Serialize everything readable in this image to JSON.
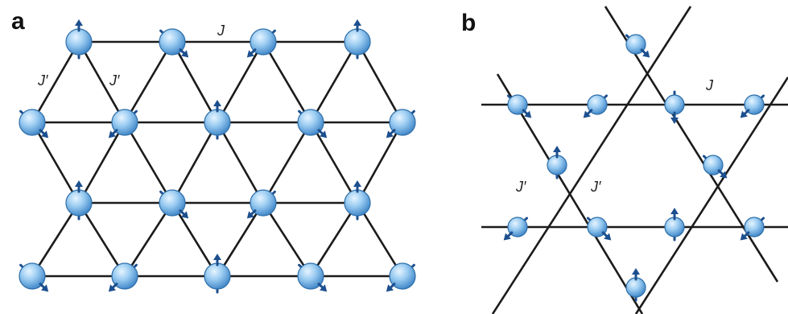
{
  "panels": [
    {
      "label": "a",
      "couplings": {
        "J": "J",
        "J_prime": "J′",
        "J_prime_2": "J′"
      }
    },
    {
      "label": "b",
      "couplings": {
        "J": "J",
        "J_prime": "J′",
        "J_prime_2": "J′"
      }
    }
  ],
  "colors": {
    "bond": "#1b1b1b",
    "spin_fill_light": "#d9efff",
    "spin_fill_mid": "#8fc3ec",
    "spin_fill_dark": "#3f86c8",
    "spin_outline": "#2e6ea8",
    "arrow": "#1c4f8e",
    "background": "#ffffff"
  },
  "icons": [
    "spin-site-sphere",
    "spin-arrow"
  ]
}
